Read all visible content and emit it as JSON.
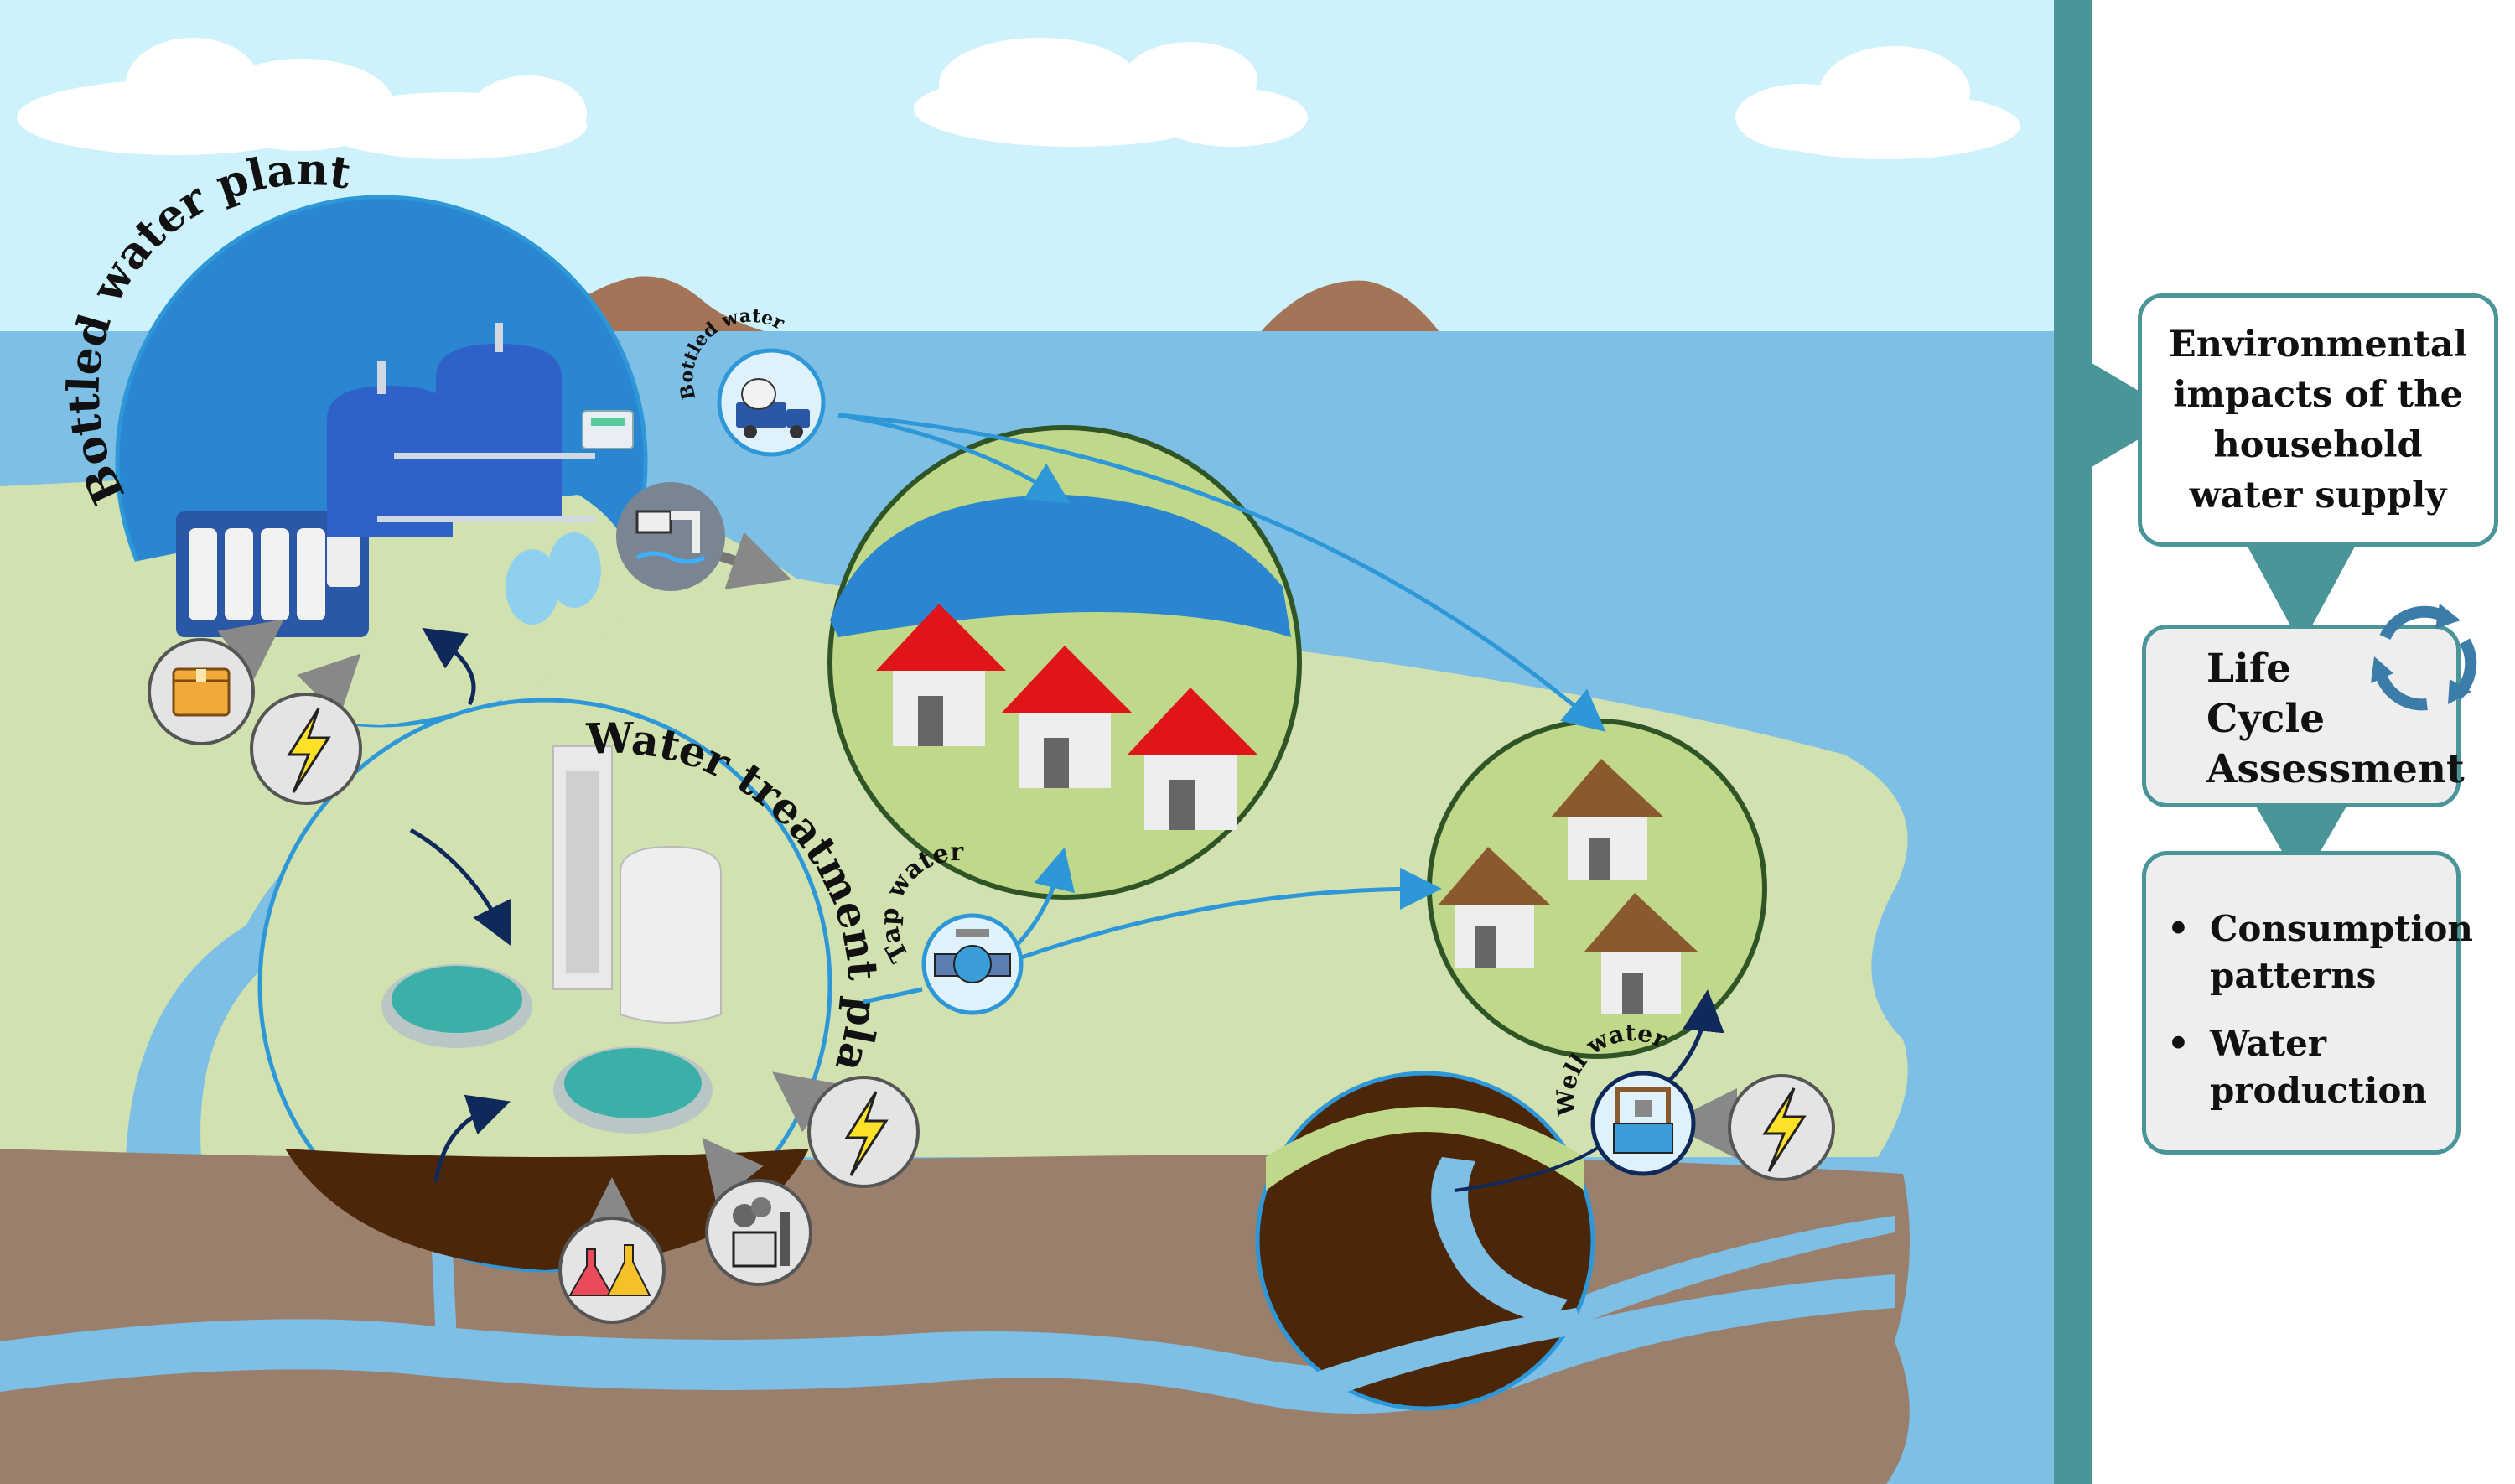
{
  "plants": {
    "bottled_plant_label": "Bottled water plant",
    "treatment_plant_label": "Water treatment plant"
  },
  "flows": {
    "bottled_water": "Bottled water",
    "tap_water": "Tap water",
    "well_water": "Well water"
  },
  "panel": {
    "title_lines": [
      "Environmental",
      "impacts of the",
      "household",
      "water supply"
    ],
    "lca_lines": [
      "Life",
      "Cycle",
      "Assessment"
    ],
    "list_items": [
      "Consumption patterns",
      "Water production"
    ]
  },
  "colors": {
    "sky": "#cdf2fb",
    "water": "#7ebfe5",
    "land": "#d2e1b0",
    "ground": "#9a7f6c",
    "soil": "#4c2608",
    "panel_accent": "#4a9598",
    "arrow_blue": "#2e97d8",
    "arrow_navy": "#0f2a5a",
    "roof_red": "#e0151b",
    "roof_brown": "#8a5a2e"
  }
}
